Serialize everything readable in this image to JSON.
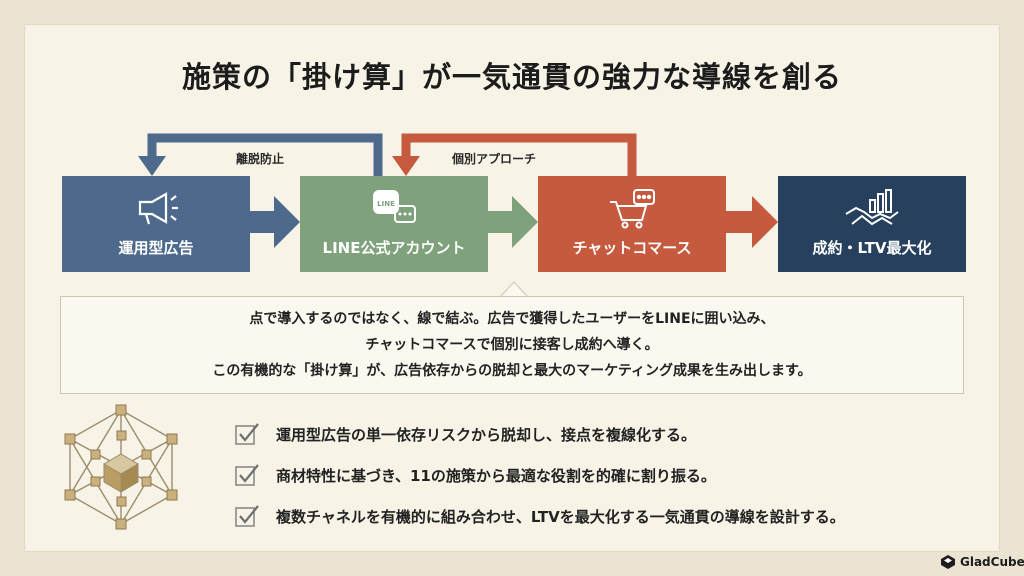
{
  "title": "施策の「掛け算」が一気通貫の強力な導線を創る",
  "flow": {
    "boxes": [
      {
        "label": "運用型広告",
        "icon": "megaphone-icon",
        "color": "#4d6a8c"
      },
      {
        "label": "LINE公式アカウント",
        "icon": "line-chat-icon",
        "color": "#7fa17c"
      },
      {
        "label": "チャットコマース",
        "icon": "cart-chat-icon",
        "color": "#c55a3f"
      },
      {
        "label": "成約・LTV最大化",
        "icon": "handshake-chart-icon",
        "color": "#26405e"
      }
    ],
    "loops": [
      {
        "label": "離脱防止"
      },
      {
        "label": "個別アプローチ"
      }
    ]
  },
  "description": {
    "lines": [
      "点で導入するのではなく、線で結ぶ。広告で獲得したユーザーをLINEに囲い込み、",
      "チャットコマースで個別に接客し成約へ導く。",
      "この有機的な「掛け算」が、広告依存からの脱却と最大のマーケティング成果を生み出します。"
    ]
  },
  "points": [
    "運用型広告の単一依存リスクから脱却し、接点を複線化する。",
    "商材特性に基づき、11の施策から最適な役割を的確に割り振る。",
    "複数チャネルを有機的に組み合わせ、LTVを最大化する一気通貫の導線を設計する。"
  ],
  "logo": {
    "text": "GladCube",
    "icon": "gladcube-logo-icon"
  }
}
